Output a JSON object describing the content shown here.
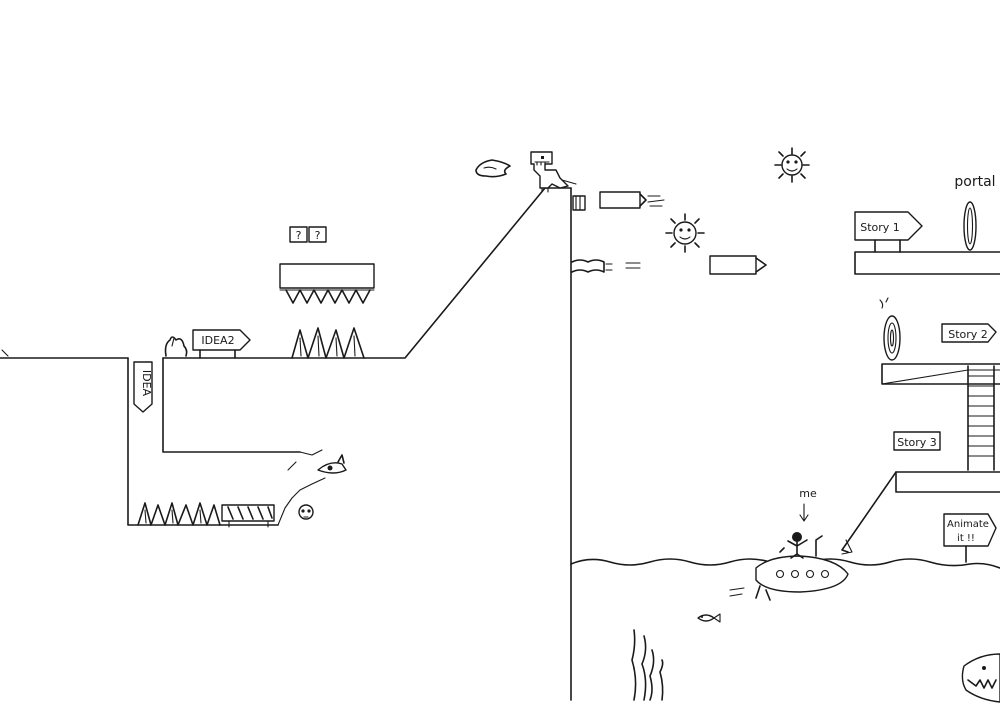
{
  "sketch": {
    "left_area": {
      "sign_idea2": "IDEA2",
      "sign_idea": "IDEA",
      "question_blocks": [
        "?",
        "?"
      ]
    },
    "right_area": {
      "portal_label": "portal",
      "sign_story1": "Story 1",
      "sign_story2": "Story 2",
      "sign_story3": "Story 3",
      "sign_animate_line1": "Animate",
      "sign_animate_line2": "it !!",
      "me_label": "me"
    }
  },
  "colors": {
    "ink": "#1a1a1a",
    "paper": "#ffffff"
  },
  "icons": [
    "dinosaur-icon",
    "fireball-icon",
    "spiky-sun-icon",
    "skull-icon",
    "portal-icon",
    "submarine-icon",
    "fish-icon",
    "shark-icon",
    "seaweed-icon",
    "cannon-icon",
    "spikes-icon",
    "ladder-icon",
    "barricade-icon",
    "bush-icon",
    "person-icon"
  ]
}
